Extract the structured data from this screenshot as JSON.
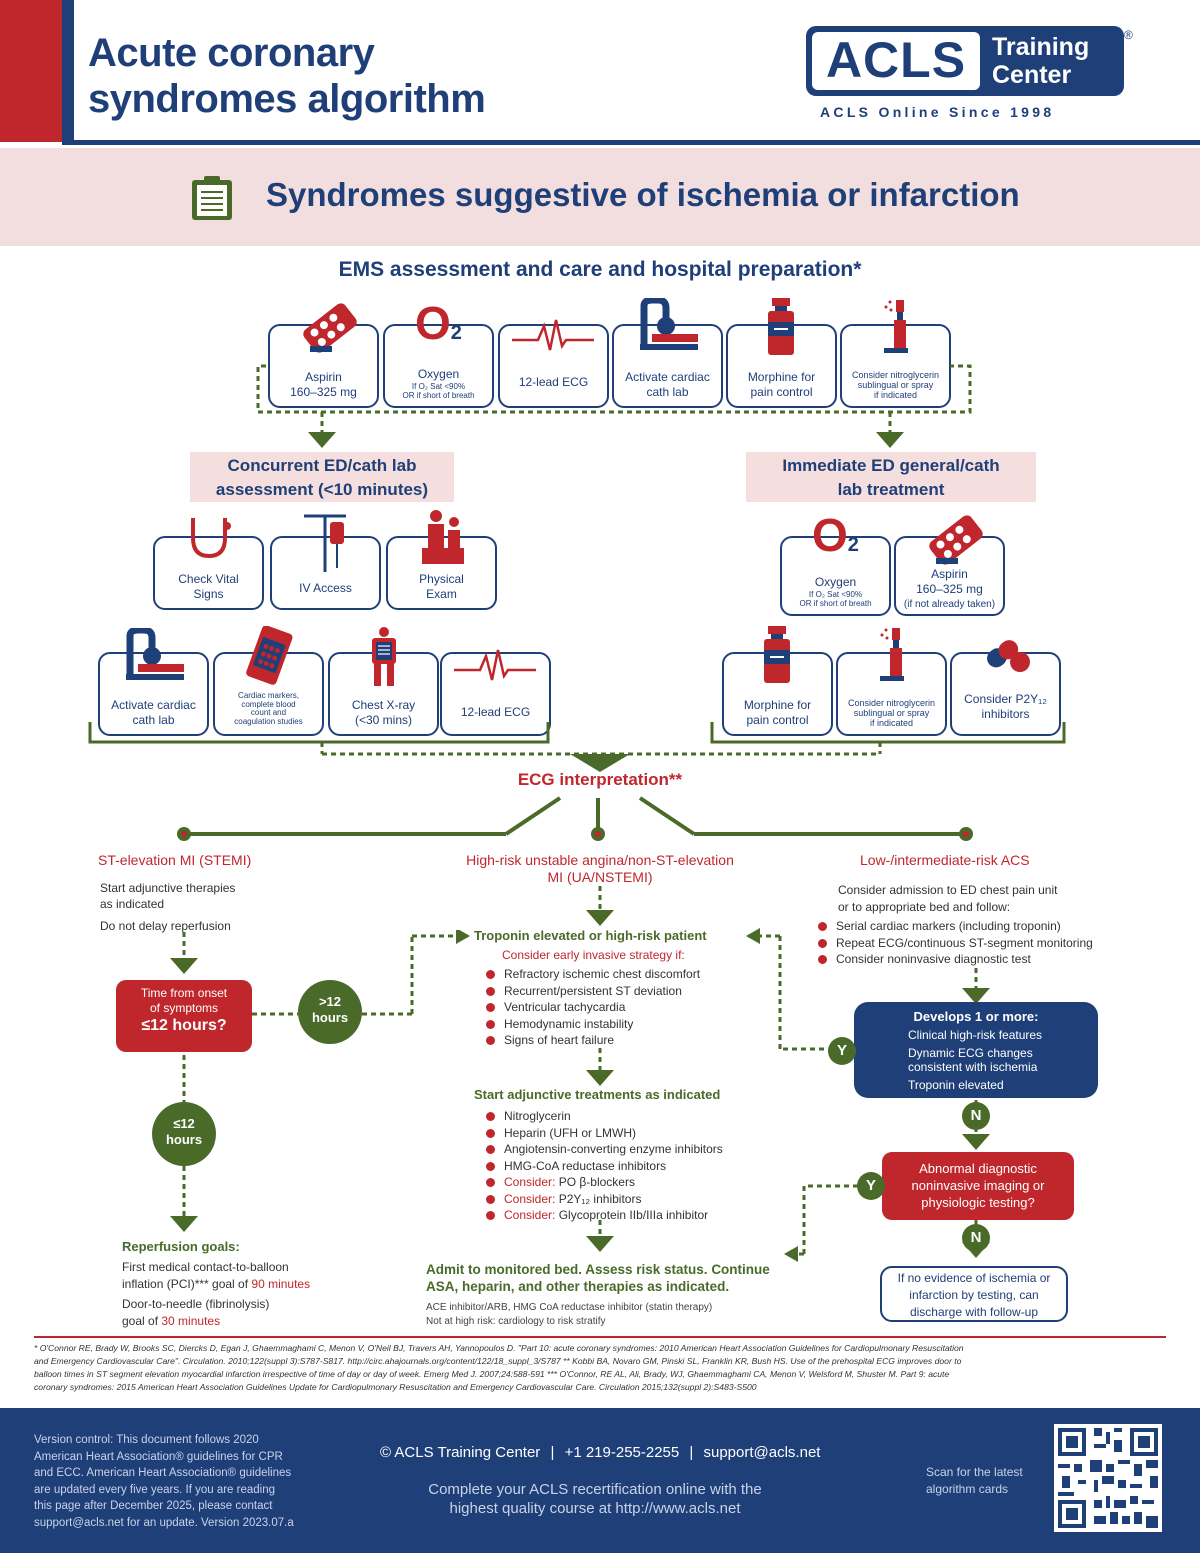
{
  "header": {
    "title_line1": "Acute coronary",
    "title_line2": "syndromes algorithm",
    "logo_main": "ACLS",
    "logo_training": "Training",
    "logo_center": "Center",
    "logo_reg": "®",
    "logo_tagline": "ACLS Online Since 1998"
  },
  "banner": {
    "title": "Syndromes suggestive of ischemia or infarction",
    "icon": "clipboard-icon"
  },
  "ems": {
    "heading": "EMS assessment and care and hospital preparation*",
    "items": [
      {
        "label": "Aspirin",
        "sub": "160–325 mg",
        "icon": "pill-pack-icon"
      },
      {
        "label": "Oxygen",
        "sub": "If O₂ Sat <90%",
        "sub2": "OR if short of breath",
        "icon": "o2-icon"
      },
      {
        "label": "12-lead ECG",
        "icon": "ecg-wave-icon"
      },
      {
        "label": "Activate cardiac",
        "sub": "cath lab",
        "icon": "cath-lab-icon"
      },
      {
        "label": "Morphine for",
        "sub": "pain control",
        "icon": "vial-icon"
      },
      {
        "label": "Consider nitroglycerin",
        "sub": "sublingual or spray",
        "sub2": "if indicated",
        "icon": "spray-icon"
      }
    ]
  },
  "left_branch": {
    "title_l1": "Concurrent ED/cath lab",
    "title_l2": "assessment (<10 minutes)",
    "row1": [
      {
        "label": "Check Vital",
        "sub": "Signs",
        "icon": "stethoscope-icon"
      },
      {
        "label": "IV Access",
        "icon": "iv-bag-icon"
      },
      {
        "label": "Physical",
        "sub": "Exam",
        "icon": "physical-exam-icon"
      }
    ],
    "row2": [
      {
        "label": "Activate cardiac",
        "sub": "cath lab",
        "icon": "cath-lab-icon"
      },
      {
        "label": "Cardiac markers,",
        "sub": "complete blood",
        "sub2": "count and",
        "sub3": "coagulation studies",
        "icon": "lab-tube-icon"
      },
      {
        "label": "Chest X-ray",
        "sub": "(<30 mins)",
        "icon": "xray-icon"
      },
      {
        "label": "12-lead ECG",
        "icon": "ecg-wave-icon"
      }
    ]
  },
  "right_branch": {
    "title_l1": "Immediate ED general/cath",
    "title_l2": "lab treatment",
    "row1": [
      {
        "label": "Oxygen",
        "sub": "If O₂ Sat <90%",
        "sub2": "OR if short of breath",
        "icon": "o2-icon"
      },
      {
        "label": "Aspirin",
        "sub": "160–325 mg",
        "sub2": "(if not already taken)",
        "icon": "pill-pack-icon"
      }
    ],
    "row2": [
      {
        "label": "Morphine for",
        "sub": "pain control",
        "icon": "vial-icon"
      },
      {
        "label": "Consider nitroglycerin",
        "sub": "sublingual or spray",
        "sub2": "if indicated",
        "icon": "spray-icon"
      },
      {
        "label": "Consider P2Y₁₂",
        "sub": "inhibitors",
        "icon": "capsule-icon"
      }
    ]
  },
  "ecg": {
    "heading": "ECG interpretation**"
  },
  "stemi": {
    "title": "ST-elevation MI (STEMI)",
    "line1": "Start adjunctive therapies",
    "line2": "as indicated",
    "line3": "Do not delay reperfusion",
    "box_l1": "Time from onset",
    "box_l2": "of symptoms",
    "box_l3": "≤12 hours?",
    "gt12_l1": ">12",
    "gt12_l2": "hours",
    "le12_l1": "≤12",
    "le12_l2": "hours",
    "goals_title": "Reperfusion goals:",
    "goal1_l1": "First medical contact-to-balloon",
    "goal1_l2a": "inflation (PCI)*** goal of ",
    "goal1_l2b": "90 minutes",
    "goal2_l1": "Door-to-needle (fibrinolysis)",
    "goal2_l2a": "goal of ",
    "goal2_l2b": "30 minutes"
  },
  "nstemi": {
    "title_l1": "High-risk unstable angina/non-ST-elevation",
    "title_l2": "MI (UA/NSTEMI)",
    "trop_title": "Troponin elevated or high-risk patient",
    "invasive": "Consider early invasive strategy if:",
    "invasive_items": [
      "Refractory ischemic chest discomfort",
      "Recurrent/persistent ST deviation",
      "Ventricular tachycardia",
      "Hemodynamic instability",
      "Signs of heart failure"
    ],
    "adjunct_title": "Start adjunctive treatments as indicated",
    "adjunct_items": [
      "Nitroglycerin",
      "Heparin (UFH or LMWH)",
      "Angiotensin-converting enzyme inhibitors",
      "HMG-CoA reductase inhibitors"
    ],
    "consider_word": "Consider:",
    "consider_items": [
      "PO β-blockers",
      "P2Y₁₂ inhibitors",
      "Glycoprotein IIb/IIIa inhibitor"
    ],
    "admit_l1": "Admit to monitored bed. Assess risk status. Continue",
    "admit_l2": "ASA, heparin, and other therapies as indicated.",
    "admit_note1": "ACE inhibitor/ARB, HMG CoA reductase inhibitor (statin therapy)",
    "admit_note2": "Not at high risk: cardiology to risk stratify"
  },
  "lowrisk": {
    "title": "Low-/intermediate-risk ACS",
    "line1": "Consider admission to ED chest pain unit",
    "line2": "or to appropriate bed and follow:",
    "items": [
      "Serial cardiac markers (including troponin)",
      "Repeat ECG/continuous ST-segment monitoring",
      "Consider noninvasive diagnostic test"
    ],
    "develops_title": "Develops 1 or more:",
    "develops_items": [
      "Clinical high-risk features",
      "Dynamic ECG changes consistent with ischemia",
      "Troponin elevated"
    ],
    "y": "Y",
    "n": "N",
    "abnormal_l1": "Abnormal diagnostic",
    "abnormal_l2": "noninvasive imaging or",
    "abnormal_l3": "physiologic testing?",
    "discharge_l1": "If no evidence of ischemia or",
    "discharge_l2": "infarction by testing, can",
    "discharge_l3": "discharge with follow-up"
  },
  "footnotes": {
    "l1": "* O'Connor RE, Brady W, Brooks SC, Diercks D, Egan J, Ghaemmaghami C, Menon V, O'Neil BJ, Travers AH, Yannopoulos D. \"Part 10: acute coronary syndromes: 2010 American Heart Association Guidelines for Cardiopulmonary Resuscitation",
    "l2": "and Emergency Cardiovascular Care\". Circulation. 2010;122(suppl 3):S787-S817. http://circ.ahajournals.org/content/122/18_suppl_3/S787  ** Kobbi BA, Novaro GM, Pinski SL, Franklin KR, Bush HS. Use of the prehospital ECG improves door to",
    "l3": "balloon times in ST segment elevation myocardial infarction irrespective of time of day or day of week. Emerg Med J. 2007;24:588-591  *** O'Connor, RE AL, Ali, Brady, WJ, Ghaemmaghami CA, Menon V, Welsford M, Shuster M. Part 9: acute",
    "l4": "coronary syndromes: 2015 American Heart Association Guidelines Update for Cardiopulmonary Resuscitation and Emergency Cardiovascular Care. Circulation 2015;132(suppl 2):S483-S500"
  },
  "footer": {
    "version_l1": "Version control: This document follows 2020",
    "version_l2": "American Heart Association® guidelines for CPR",
    "version_l3": "and ECC. American Heart Association® guidelines",
    "version_l4": "are updated every five years. If you are reading",
    "version_l5": "this page after December 2025, please contact",
    "version_l6": "support@acls.net for an update. Version 2023.07.a",
    "copyright": "© ACLS Training Center",
    "phone": "+1 219-255-2255",
    "email": "support@acls.net",
    "promo_l1": "Complete your ACLS recertification online with the",
    "promo_l2": "highest quality course at http://www.acls.net",
    "scan_l1": "Scan for the latest",
    "scan_l2": "algorithm cards"
  },
  "colors": {
    "navy": "#1f3f78",
    "red": "#c0272d",
    "green": "#4a6a2a",
    "pink": "#f2dede"
  }
}
